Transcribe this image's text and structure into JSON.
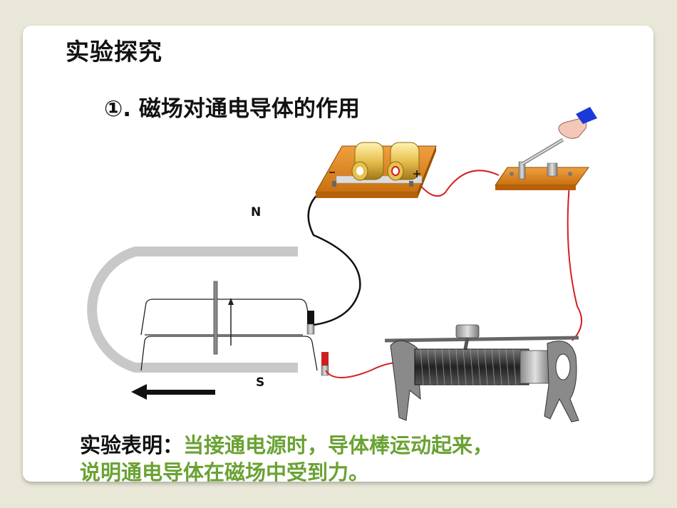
{
  "slide": {
    "title": "实验探究",
    "subtitle": "①. 磁场对通电导体的作用"
  },
  "diagram": {
    "pole_north": "N",
    "pole_south": "S",
    "components": [
      "horseshoe-magnet",
      "conductor-rod",
      "rails",
      "battery-box",
      "knife-switch",
      "rheostat"
    ],
    "wire_color": "#d42020",
    "lead_color": "#111111"
  },
  "conclusion": {
    "label": "实验表明：",
    "text_line1": "当接通电源时，导体棒运动起来，",
    "text_line2": "说明通电导体在磁场中受到力。"
  }
}
